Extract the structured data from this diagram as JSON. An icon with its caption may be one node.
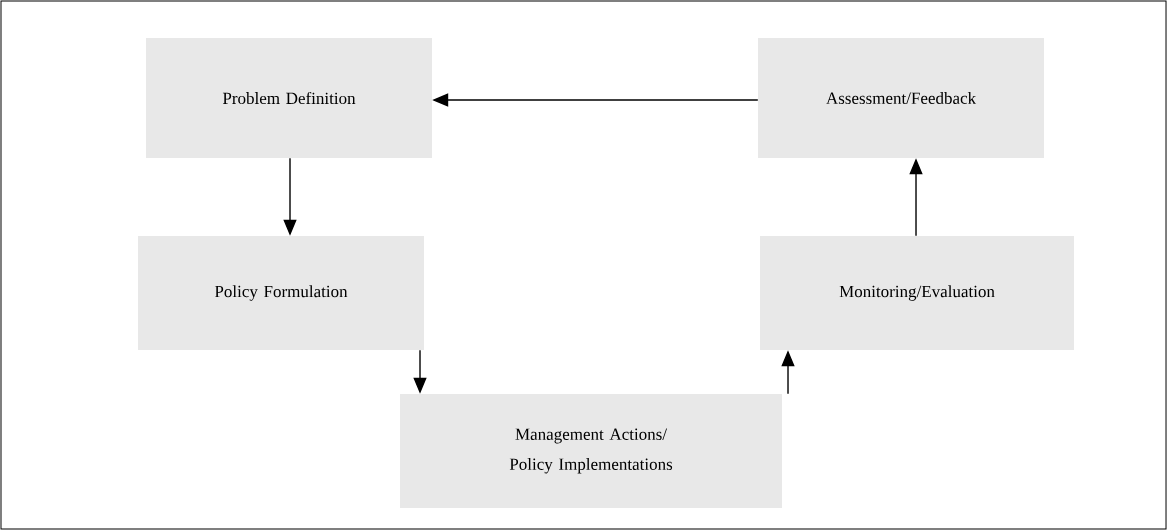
{
  "diagram": {
    "nodes": [
      {
        "text": [
          "Problem Definition"
        ]
      },
      {
        "text": [
          "Assessment/Feedback"
        ]
      },
      {
        "text": [
          "Policy Formulation"
        ]
      },
      {
        "text": [
          "Monitoring/Evaluation"
        ]
      },
      {
        "text": [
          "Management Actions/ Policy Implementations"
        ]
      }
    ],
    "edges": [
      {
        "from": 1,
        "to": 0,
        "arrow": "to"
      },
      {
        "from": 0,
        "to": 2,
        "arrow": "to"
      },
      {
        "from": 2,
        "to": 4,
        "arrow": "to"
      },
      {
        "from": 4,
        "to": 3,
        "arrow": "to"
      },
      {
        "from": 3,
        "to": 1,
        "arrow": "to"
      }
    ]
  }
}
